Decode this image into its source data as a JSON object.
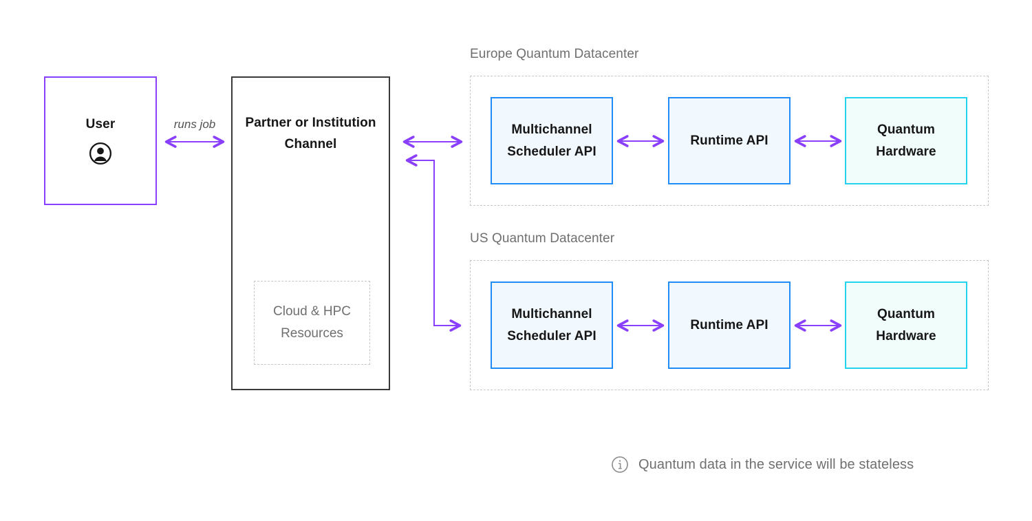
{
  "diagram": {
    "user": {
      "title": "User",
      "icon": "user-avatar-icon",
      "border_color": "#8a3ffc"
    },
    "edge_user_to_partner": {
      "label": "runs job",
      "color": "#8a3ffc",
      "style": "double-headed-arrow"
    },
    "partner": {
      "title": "Partner or Institution Channel",
      "border_color": "#393939",
      "subbox": {
        "title": "Cloud & HPC Resources",
        "border_style": "dashed",
        "border_color": "#c6c6c6",
        "text_color": "#6f6f6f"
      }
    },
    "connectors": {
      "to_europe": {
        "style": "double-headed-arrow",
        "color": "#8a3ffc"
      },
      "to_us": {
        "style": "elbow-arrow",
        "color": "#8a3ffc"
      },
      "inner_arrow_style": "double-headed-arrow",
      "inner_arrow_color": "#8a3ffc"
    },
    "datacenters": [
      {
        "label": "Europe Quantum Datacenter",
        "frame_style": "dashed",
        "nodes": [
          {
            "title": "Multichannel Scheduler API",
            "accent": "#1f8cf7",
            "fill": "#f1f8fe"
          },
          {
            "title": "Runtime API",
            "accent": "#1f8cf7",
            "fill": "#f1f8fe"
          },
          {
            "title": "Quantum Hardware",
            "accent": "#22d3ee",
            "fill": "#f0fdfb"
          }
        ]
      },
      {
        "label": "US Quantum Datacenter",
        "frame_style": "dashed",
        "nodes": [
          {
            "title": "Multichannel Scheduler API",
            "accent": "#1f8cf7",
            "fill": "#f1f8fe"
          },
          {
            "title": "Runtime API",
            "accent": "#1f8cf7",
            "fill": "#f1f8fe"
          },
          {
            "title": "Quantum Hardware",
            "accent": "#22d3ee",
            "fill": "#f0fdfb"
          }
        ]
      }
    ],
    "footnote": {
      "icon": "info-circle-icon",
      "text": "Quantum data in the service will be stateless",
      "color": "#6f6f6f"
    }
  }
}
